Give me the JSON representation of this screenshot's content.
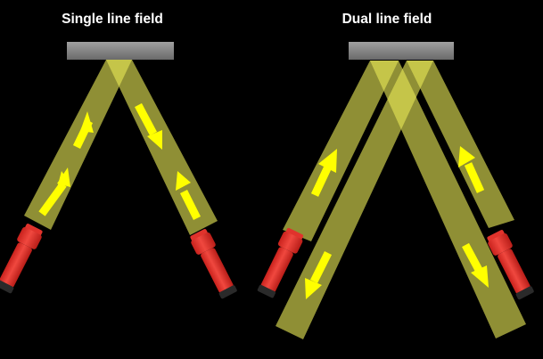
{
  "panels": {
    "single": {
      "title": "Single line field"
    },
    "dual": {
      "title": "Dual line field"
    }
  },
  "colors": {
    "background": "#000000",
    "beam": "#e6e655",
    "beam_opacity": 0.62,
    "arrow": "#ffff00",
    "reflector": "#8a8a8a",
    "emitter_body": "#e0332c",
    "emitter_cap": "#2a2a2a",
    "title_text": "#ffffff"
  },
  "icons": {
    "emitter": "flashlight-icon",
    "reflector": "reflector-plate",
    "beam_arrow": "arrow-icon"
  }
}
